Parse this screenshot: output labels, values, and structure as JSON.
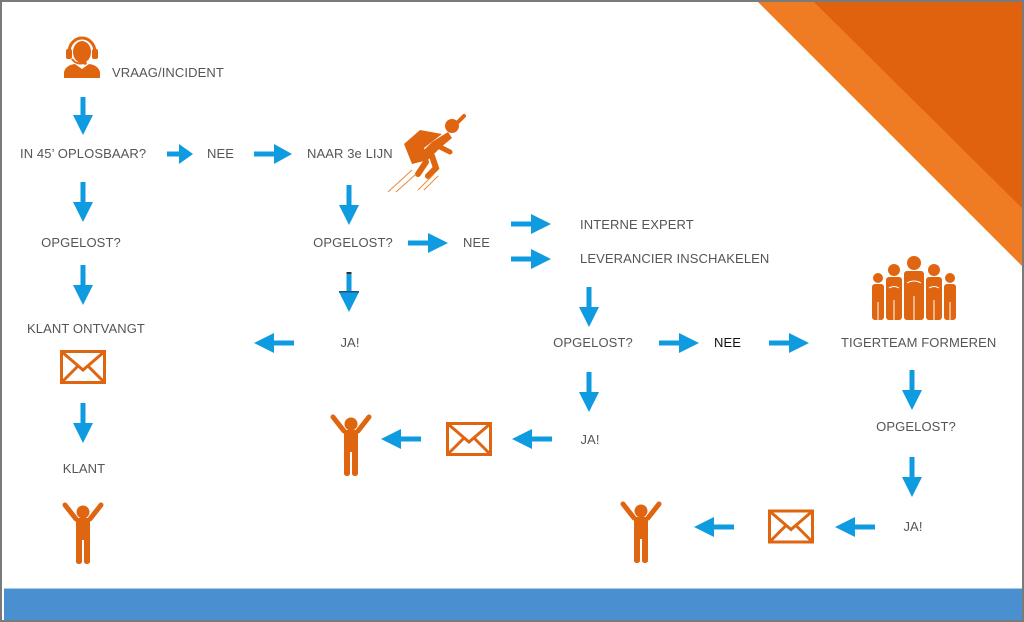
{
  "colors": {
    "accent_orange": "#e06510",
    "corner_light": "#ef7b22",
    "corner_dark": "#e0620f",
    "arrow_blue": "#0f9be0",
    "band_blue": "#4a90d0",
    "text_gray": "#555555"
  },
  "start": {
    "icon": "headset-agent-icon",
    "label": "VRAAG/INCIDENT"
  },
  "level1": {
    "question": "IN 45’ OPLOSBAAR?",
    "no": "NEE",
    "escalate": "NAAR 3e LIJN",
    "escalate_icon": "superhero-icon"
  },
  "left_branch": {
    "question": "OPGELOST?",
    "receive": "KLANT ONTVANGT",
    "mail_icon": "envelope-icon",
    "customer": "KLANT",
    "customer_icon": "happy-person-icon"
  },
  "level2": {
    "question": "OPGELOST?",
    "no": "NEE",
    "yes": "JA!",
    "options": [
      "INTERNE EXPERT",
      "LEVERANCIER INSCHAKELEN"
    ]
  },
  "level3": {
    "question": "OPGELOST?",
    "no": "NEE",
    "yes": "JA!",
    "escalate": "TIGERTEAM FORMEREN",
    "escalate_icon": "team-icon"
  },
  "level4": {
    "question": "OPGELOST?",
    "yes": "JA!"
  }
}
